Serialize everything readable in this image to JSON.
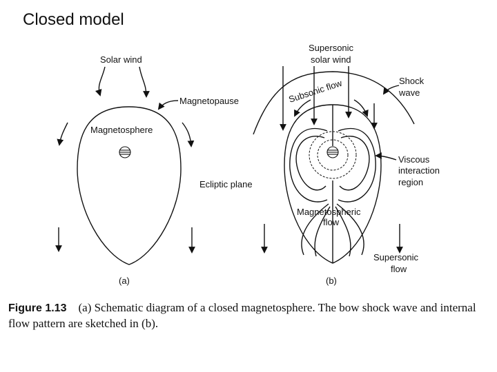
{
  "slide_title": "Closed model",
  "diagram_a": {
    "solar_wind": "Solar wind",
    "magnetopause": "Magnetopause",
    "magnetosphere": "Magnetosphere",
    "panel_label": "(a)"
  },
  "center": {
    "ecliptic_plane": "Ecliptic plane"
  },
  "diagram_b": {
    "supersonic_solar_wind_line1": "Supersonic",
    "supersonic_solar_wind_line2": "solar wind",
    "subsonic_flow": "Subsonic flow",
    "shock_wave_line1": "Shock",
    "shock_wave_line2": "wave",
    "viscous_line1": "Viscous",
    "viscous_line2": "interaction",
    "viscous_line3": "region",
    "magnetospheric_flow_line1": "Magnetospheric",
    "magnetospheric_flow_line2": "flow",
    "supersonic_flow_line1": "Supersonic",
    "supersonic_flow_line2": "flow",
    "panel_label": "(b)"
  },
  "caption": {
    "figure_number": "Figure 1.13",
    "text": "(a) Schematic diagram of a closed magnetosphere. The bow shock wave and internal flow pattern are sketched in (b)."
  }
}
